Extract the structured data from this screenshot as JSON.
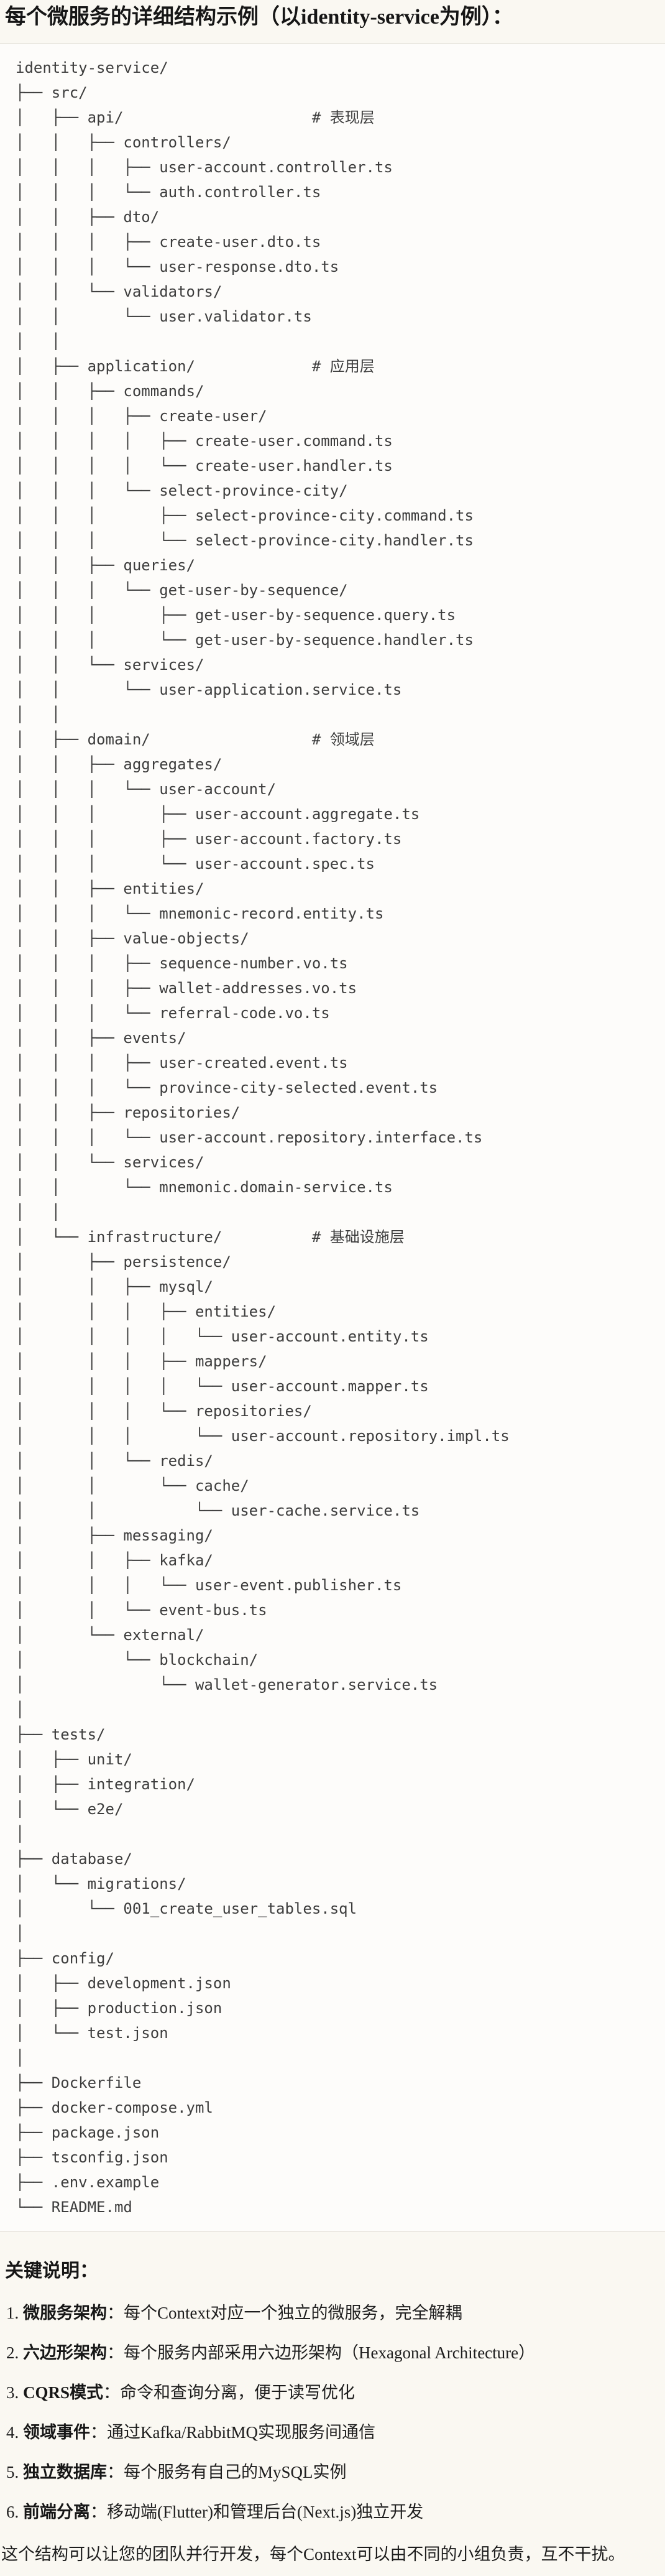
{
  "page": {
    "title": "每个微服务的详细结构示例（以identity-service为例）：",
    "notes_title": "关键说明："
  },
  "tree": {
    "lines": [
      "identity-service/",
      "├── src/",
      "│   ├── api/                     # 表现层",
      "│   │   ├── controllers/",
      "│   │   │   ├── user-account.controller.ts",
      "│   │   │   └── auth.controller.ts",
      "│   │   ├── dto/",
      "│   │   │   ├── create-user.dto.ts",
      "│   │   │   └── user-response.dto.ts",
      "│   │   └── validators/",
      "│   │       └── user.validator.ts",
      "│   │",
      "│   ├── application/             # 应用层",
      "│   │   ├── commands/",
      "│   │   │   ├── create-user/",
      "│   │   │   │   ├── create-user.command.ts",
      "│   │   │   │   └── create-user.handler.ts",
      "│   │   │   └── select-province-city/",
      "│   │   │       ├── select-province-city.command.ts",
      "│   │   │       └── select-province-city.handler.ts",
      "│   │   ├── queries/",
      "│   │   │   └── get-user-by-sequence/",
      "│   │   │       ├── get-user-by-sequence.query.ts",
      "│   │   │       └── get-user-by-sequence.handler.ts",
      "│   │   └── services/",
      "│   │       └── user-application.service.ts",
      "│   │",
      "│   ├── domain/                  # 领域层",
      "│   │   ├── aggregates/",
      "│   │   │   └── user-account/",
      "│   │   │       ├── user-account.aggregate.ts",
      "│   │   │       ├── user-account.factory.ts",
      "│   │   │       └── user-account.spec.ts",
      "│   │   ├── entities/",
      "│   │   │   └── mnemonic-record.entity.ts",
      "│   │   ├── value-objects/",
      "│   │   │   ├── sequence-number.vo.ts",
      "│   │   │   ├── wallet-addresses.vo.ts",
      "│   │   │   └── referral-code.vo.ts",
      "│   │   ├── events/",
      "│   │   │   ├── user-created.event.ts",
      "│   │   │   └── province-city-selected.event.ts",
      "│   │   ├── repositories/",
      "│   │   │   └── user-account.repository.interface.ts",
      "│   │   └── services/",
      "│   │       └── mnemonic.domain-service.ts",
      "│   │",
      "│   └── infrastructure/          # 基础设施层",
      "│       ├── persistence/",
      "│       │   ├── mysql/",
      "│       │   │   ├── entities/",
      "│       │   │   │   └── user-account.entity.ts",
      "│       │   │   ├── mappers/",
      "│       │   │   │   └── user-account.mapper.ts",
      "│       │   │   └── repositories/",
      "│       │   │       └── user-account.repository.impl.ts",
      "│       │   └── redis/",
      "│       │       └── cache/",
      "│       │           └── user-cache.service.ts",
      "│       ├── messaging/",
      "│       │   ├── kafka/",
      "│       │   │   └── user-event.publisher.ts",
      "│       │   └── event-bus.ts",
      "│       └── external/",
      "│           └── blockchain/",
      "│               └── wallet-generator.service.ts",
      "│",
      "├── tests/",
      "│   ├── unit/",
      "│   ├── integration/",
      "│   └── e2e/",
      "│",
      "├── database/",
      "│   └── migrations/",
      "│       └── 001_create_user_tables.sql",
      "│",
      "├── config/",
      "│   ├── development.json",
      "│   ├── production.json",
      "│   └── test.json",
      "│",
      "├── Dockerfile",
      "├── docker-compose.yml",
      "├── package.json",
      "├── tsconfig.json",
      "├── .env.example",
      "└── README.md"
    ]
  },
  "notes": {
    "items": [
      {
        "num": "1. ",
        "term": "微服务架构",
        "sep": "：",
        "desc": "每个Context对应一个独立的微服务，完全解耦"
      },
      {
        "num": "2. ",
        "term": "六边形架构",
        "sep": "：",
        "desc": "每个服务内部采用六边形架构（Hexagonal Architecture）"
      },
      {
        "num": "3. ",
        "term": "CQRS模式",
        "sep": "：",
        "desc": "命令和查询分离，便于读写优化"
      },
      {
        "num": "4. ",
        "term": "领域事件",
        "sep": "：",
        "desc": "通过Kafka/RabbitMQ实现服务间通信"
      },
      {
        "num": "5. ",
        "term": "独立数据库",
        "sep": "：",
        "desc": "每个服务有自己的MySQL实例"
      },
      {
        "num": "6. ",
        "term": "前端分离",
        "sep": "：",
        "desc": "移动端(Flutter)和管理后台(Next.js)独立开发"
      }
    ]
  },
  "footer": {
    "text": "这个结构可以让您的团队并行开发，每个Context可以由不同的小组负责，互不干扰。"
  }
}
